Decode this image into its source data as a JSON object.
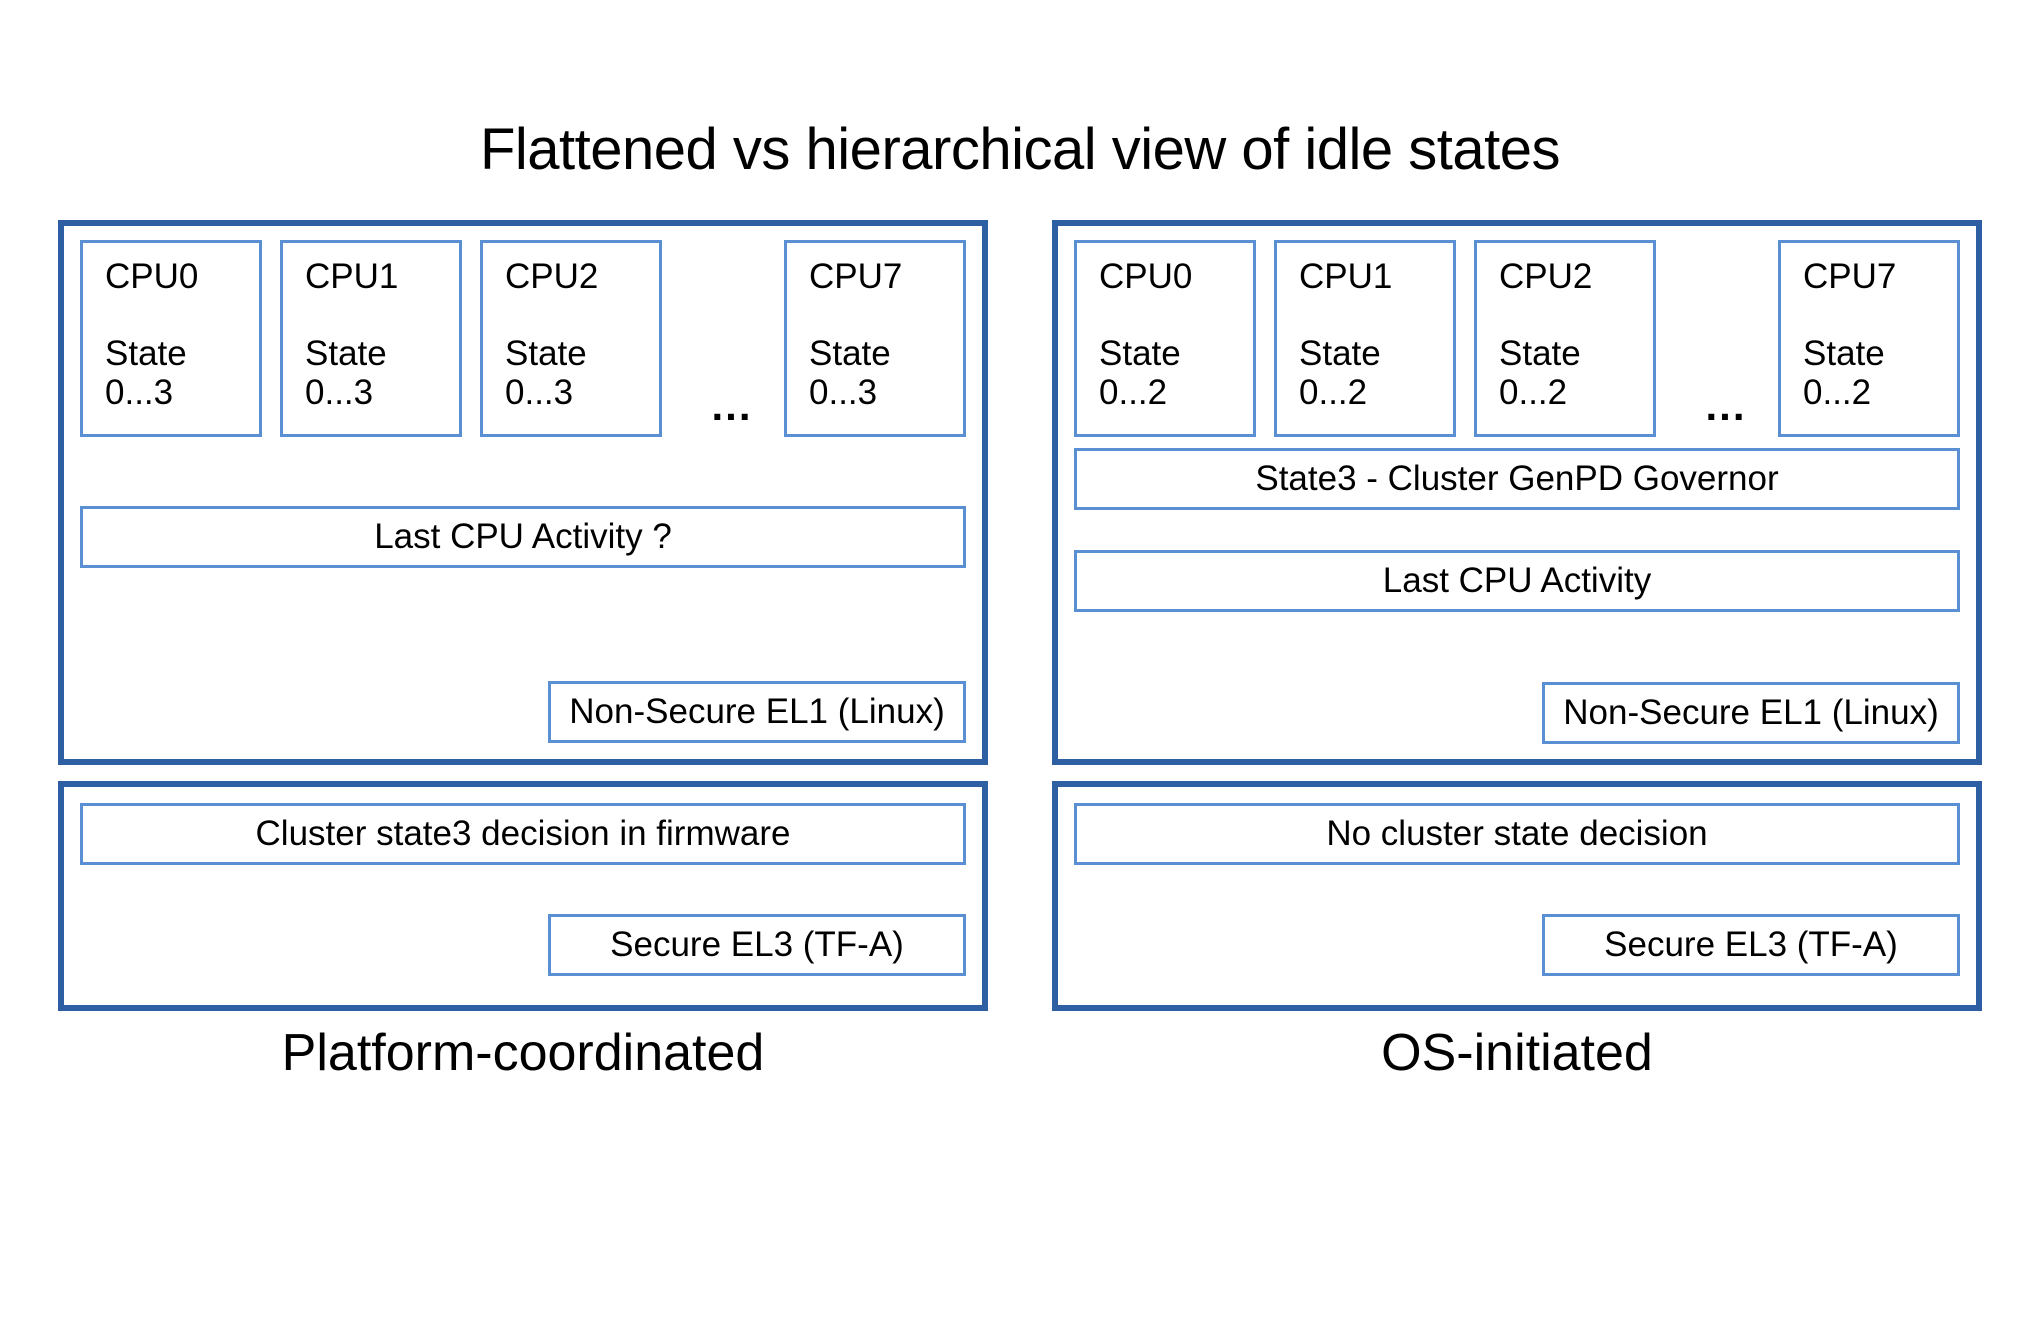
{
  "title": "Flattened vs hierarchical view of idle states",
  "colors": {
    "panel_border": "#2e5fa3",
    "box_border": "#5b8fd4",
    "background": "#ffffff",
    "text": "#000000"
  },
  "columns": [
    {
      "id": "platform-coordinated",
      "caption": "Platform-coordinated",
      "os_panel": {
        "cpus": [
          {
            "name": "CPU0",
            "state": "State\n0...3"
          },
          {
            "name": "CPU1",
            "state": "State\n0...3"
          },
          {
            "name": "CPU2",
            "state": "State\n0...3"
          },
          {
            "name": "CPU7",
            "state": "State\n0...3"
          }
        ],
        "ellipsis": "...",
        "last_cpu_activity": "Last CPU Activity ?",
        "exception_level": "Non-Secure EL1 (Linux)"
      },
      "fw_panel": {
        "decision": "Cluster state3 decision in firmware",
        "exception_level": "Secure EL3 (TF-A)"
      }
    },
    {
      "id": "os-initiated",
      "caption": "OS-initiated",
      "os_panel": {
        "cpus": [
          {
            "name": "CPU0",
            "state": "State\n0...2"
          },
          {
            "name": "CPU1",
            "state": "State\n0...2"
          },
          {
            "name": "CPU2",
            "state": "State\n0...2"
          },
          {
            "name": "CPU7",
            "state": "State\n0...2"
          }
        ],
        "ellipsis": "...",
        "cluster_governor": "State3 - Cluster GenPD Governor",
        "last_cpu_activity": "Last CPU Activity",
        "exception_level": "Non-Secure EL1 (Linux)"
      },
      "fw_panel": {
        "decision": "No cluster state decision",
        "exception_level": "Secure EL3 (TF-A)"
      }
    }
  ]
}
